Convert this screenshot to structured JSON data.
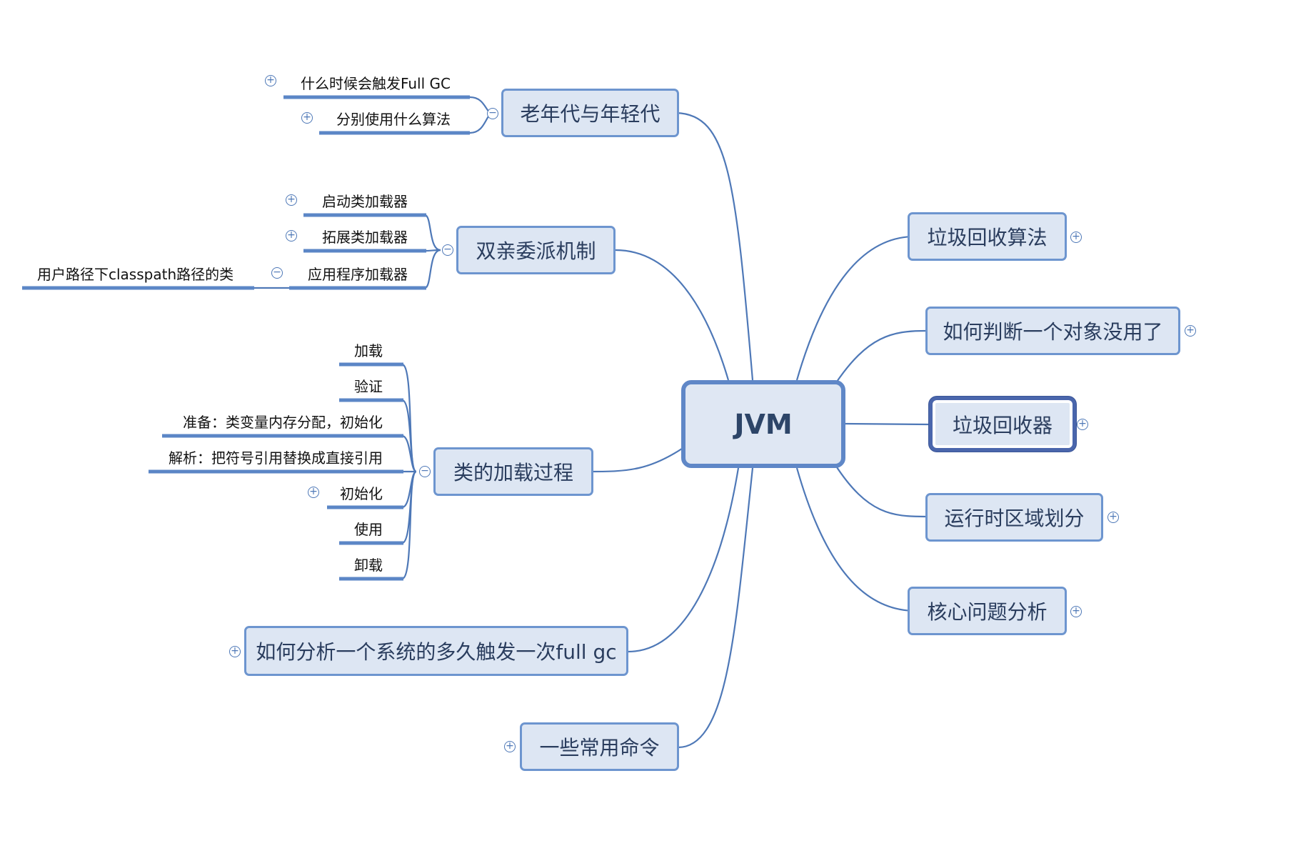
{
  "root": {
    "label": "JVM"
  },
  "branches": {
    "old_young": {
      "label": "老年代与年轻代",
      "children": [
        {
          "label": "什么时候会触发Full GC",
          "collapsed": true
        },
        {
          "label": "分别使用什么算法",
          "collapsed": true
        }
      ]
    },
    "parent_delegation": {
      "label": "双亲委派机制",
      "children": [
        {
          "label": "启动类加载器",
          "collapsed": true
        },
        {
          "label": "拓展类加载器",
          "collapsed": true
        },
        {
          "label": "应用程序加载器",
          "collapsed": false,
          "children": [
            {
              "label": "用户路径下classpath路径的类"
            }
          ]
        }
      ]
    },
    "class_loading": {
      "label": "类的加载过程",
      "children": [
        {
          "label": "加载"
        },
        {
          "label": "验证"
        },
        {
          "label": "准备：类变量内存分配，初始化"
        },
        {
          "label": "解析：把符号引用替换成直接引用"
        },
        {
          "label": "初始化",
          "collapsed": true
        },
        {
          "label": "使用"
        },
        {
          "label": "卸载"
        }
      ]
    },
    "full_gc_analysis": {
      "label": "如何分析一个系统的多久触发一次full gc",
      "collapsed": true
    },
    "commands": {
      "label": "一些常用命令",
      "collapsed": true
    },
    "gc_algorithms": {
      "label": "垃圾回收算法",
      "collapsed": true
    },
    "object_useless": {
      "label": "如何判断一个对象没用了",
      "collapsed": true
    },
    "gc_collectors": {
      "label": "垃圾回收器",
      "collapsed": true,
      "selected": true
    },
    "runtime_areas": {
      "label": "运行时区域划分",
      "collapsed": true
    },
    "core_issues": {
      "label": "核心问题分析",
      "collapsed": true
    }
  },
  "colors": {
    "node_fill": "#dde6f3",
    "node_border": "#6d95cf",
    "connector": "#4e78b7",
    "selected_outline": "#4a66ac"
  },
  "icons": {
    "expand": "plus-circle-icon",
    "collapse": "minus-circle-icon"
  }
}
